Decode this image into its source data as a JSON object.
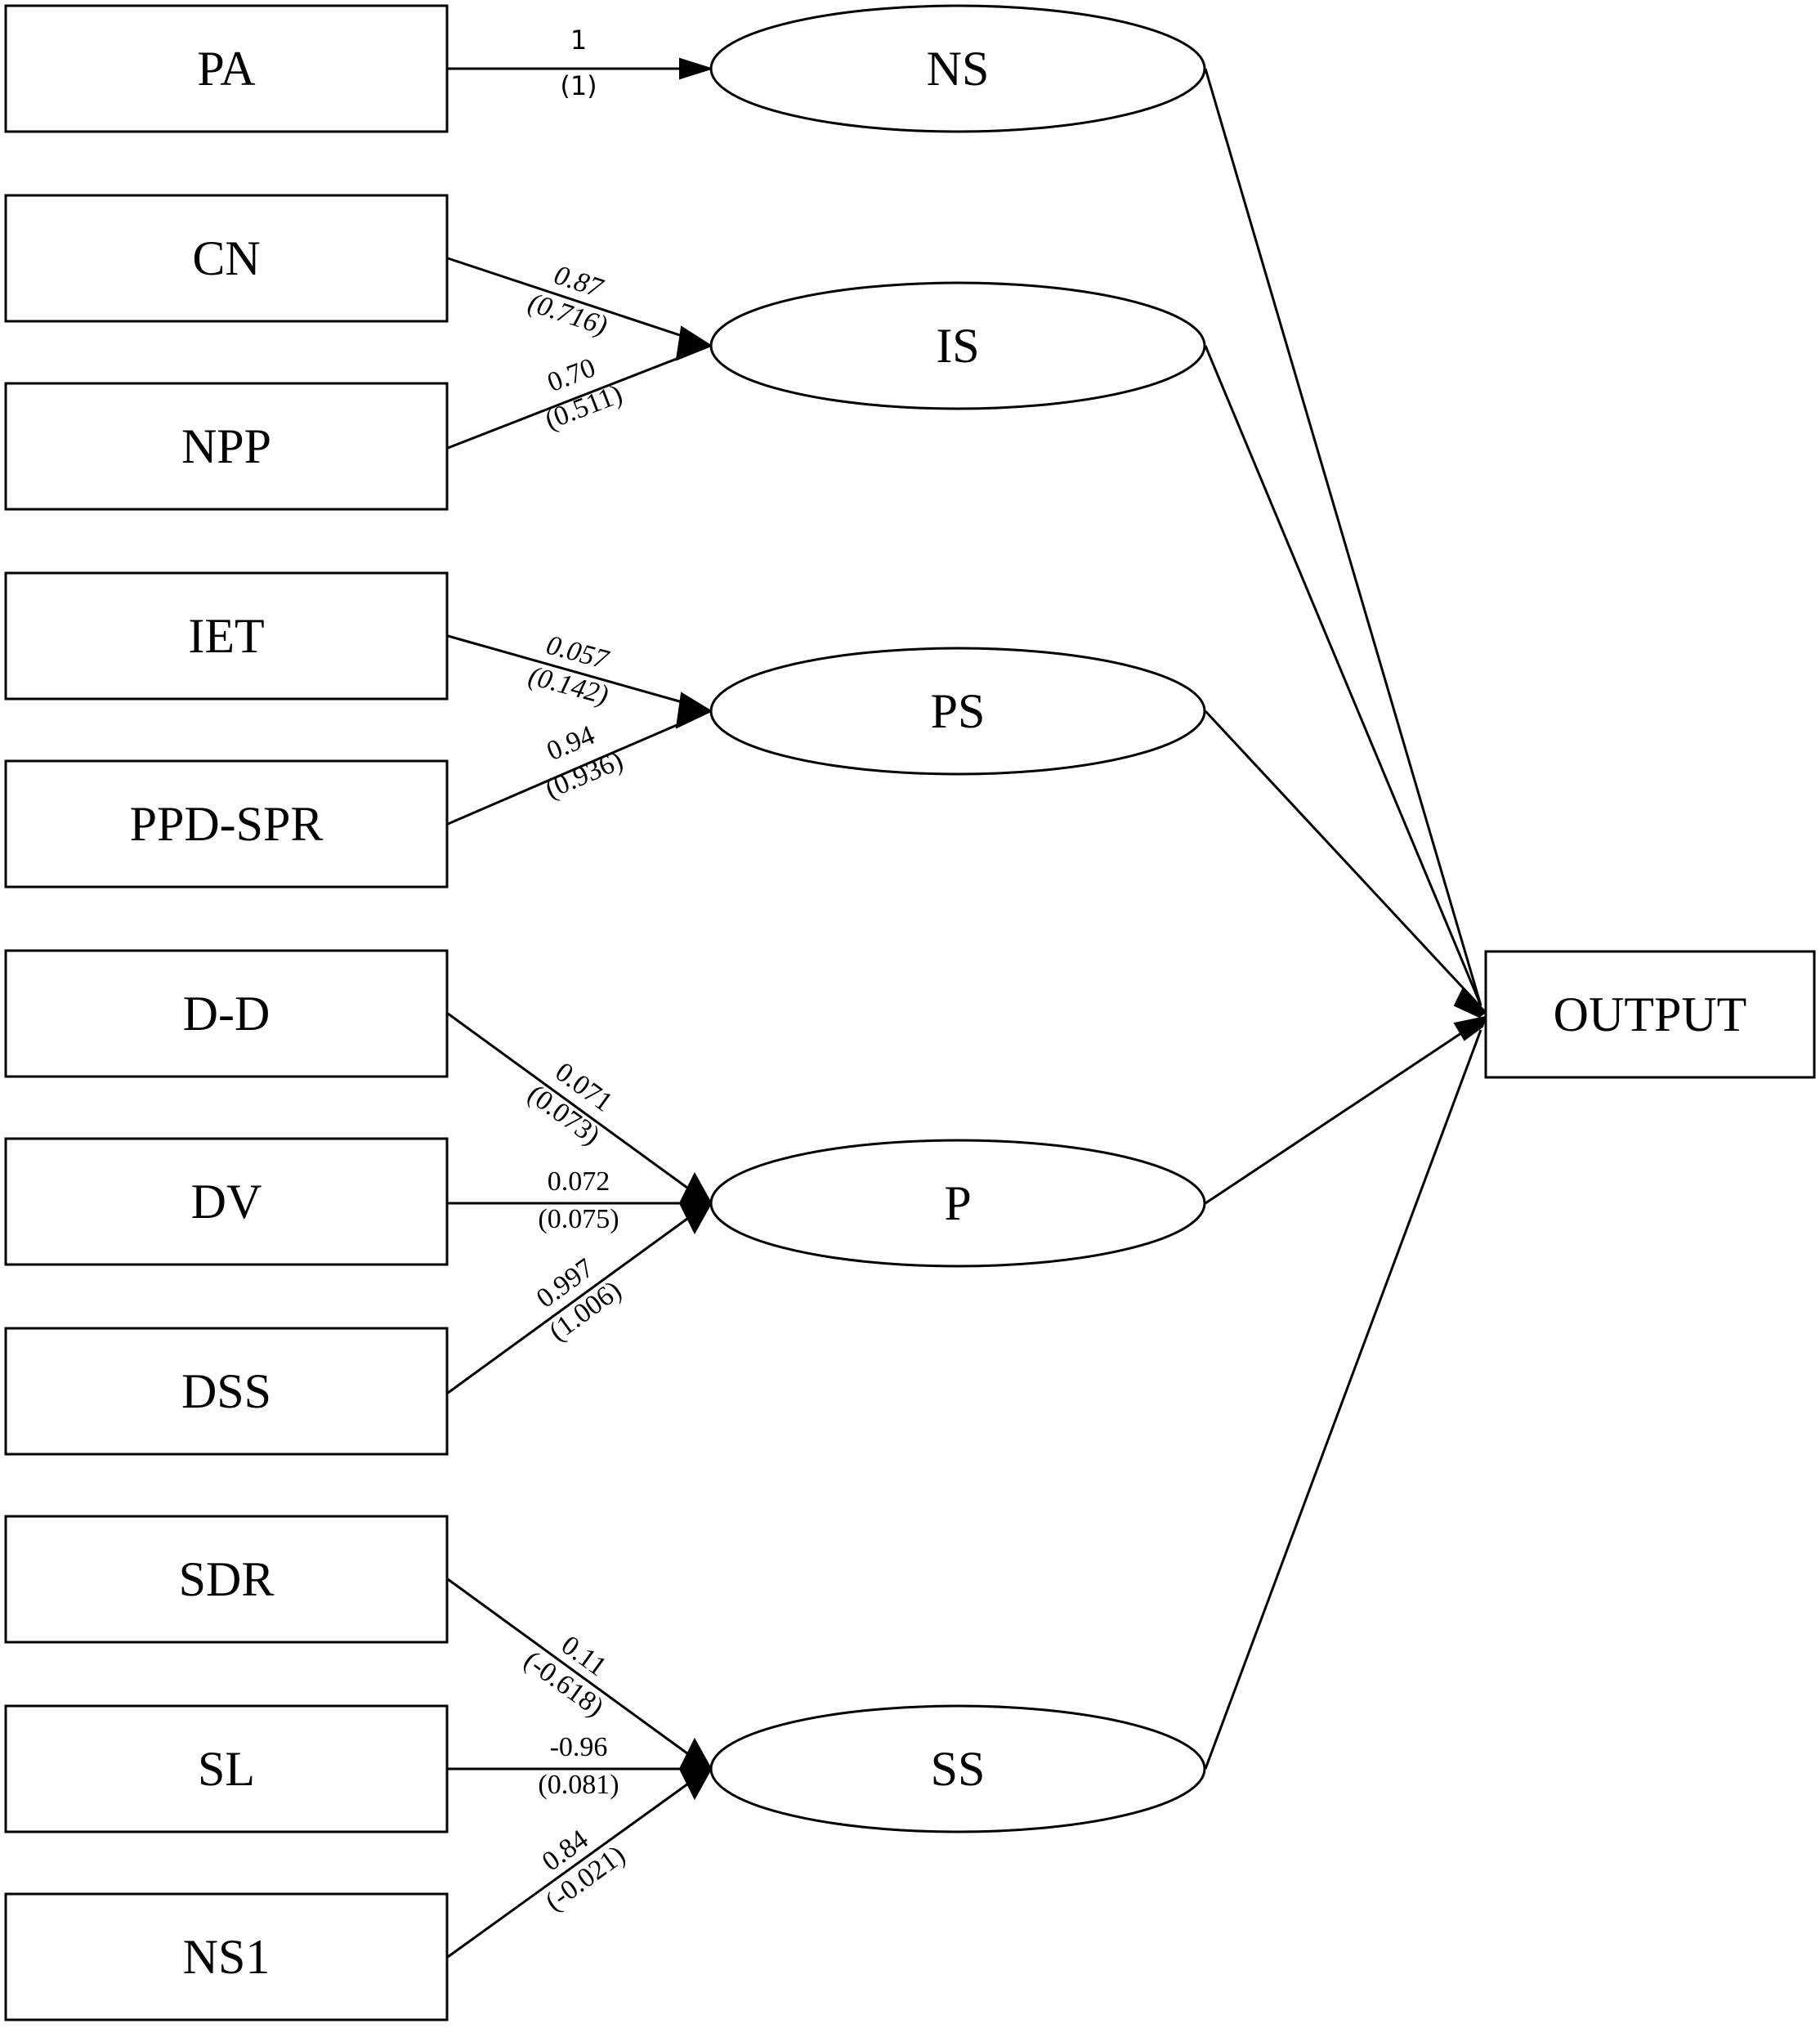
{
  "inputs": [
    "PA",
    "CN",
    "NPP",
    "IET",
    "PPD-SPR",
    "D-D",
    "DV",
    "DSS",
    "SDR",
    "SL",
    "NS1"
  ],
  "latents": [
    "NS",
    "IS",
    "PS",
    "P",
    "SS"
  ],
  "output": "OUTPUT",
  "edges": [
    {
      "from": "PA",
      "to": "NS",
      "coef": "1",
      "paren": "(1)"
    },
    {
      "from": "CN",
      "to": "IS",
      "coef": "0.87",
      "paren": "(0.716)"
    },
    {
      "from": "NPP",
      "to": "IS",
      "coef": "0.70",
      "paren": "(0.511)"
    },
    {
      "from": "IET",
      "to": "PS",
      "coef": "0.057",
      "paren": "(0.142)"
    },
    {
      "from": "PPD-SPR",
      "to": "PS",
      "coef": "0.94",
      "paren": "(0.936)"
    },
    {
      "from": "D-D",
      "to": "P",
      "coef": "0.071",
      "paren": "(0.073)"
    },
    {
      "from": "DV",
      "to": "P",
      "coef": "0.072",
      "paren": "(0.075)"
    },
    {
      "from": "DSS",
      "to": "P",
      "coef": "0.997",
      "paren": "(1.006)"
    },
    {
      "from": "SDR",
      "to": "SS",
      "coef": "0.11",
      "paren": "(-0.618)"
    },
    {
      "from": "SL",
      "to": "SS",
      "coef": "-0.96",
      "paren": "(0.081)"
    },
    {
      "from": "NS1",
      "to": "SS",
      "coef": "0.84",
      "paren": "(-0.021)"
    }
  ]
}
